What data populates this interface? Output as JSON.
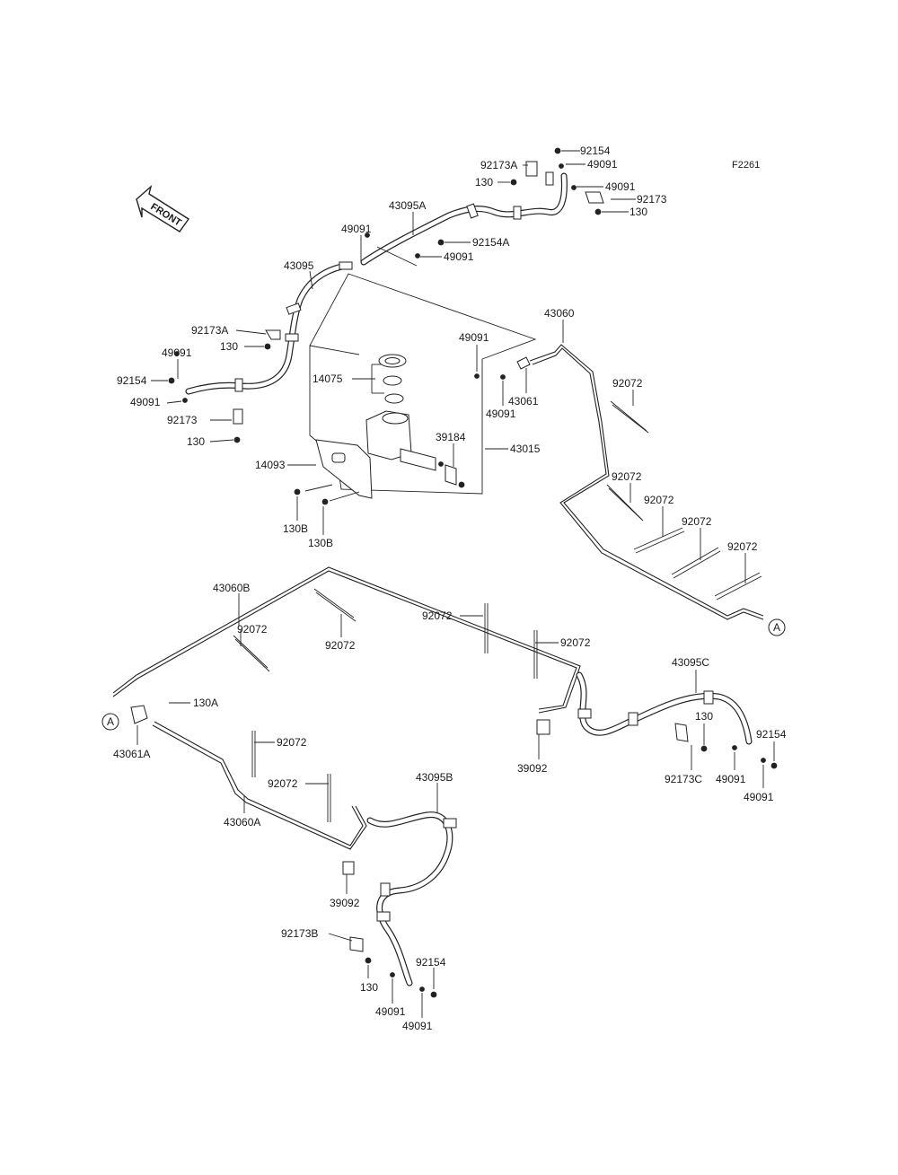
{
  "figure_code": "F2261",
  "front_arrow_label": "FRONT",
  "circle_ref": "A",
  "labels": {
    "p92154_top": "92154",
    "p92173A_top": "92173A",
    "p49091_top": "49091",
    "p130_top": "130",
    "p49091_top2": "49091",
    "p92173_top": "92173",
    "p130_top2": "130",
    "p43095A": "43095A",
    "p49091_a": "49091",
    "p92154A": "92154A",
    "p49091_b": "49091",
    "p43095": "43095",
    "p92173A_l": "92173A",
    "p130_l": "130",
    "p49091_l1": "49091",
    "p92154_l": "92154",
    "p49091_l2": "49091",
    "p92173_l": "92173",
    "p130_l2": "130",
    "p14075": "14075",
    "p49091_c": "49091",
    "p43061": "43061",
    "p49091_d": "49091",
    "p39184": "39184",
    "p43015": "43015",
    "p14093": "14093",
    "p130B_1": "130B",
    "p130B_2": "130B",
    "p43060": "43060",
    "p92072_1": "92072",
    "p92072_2": "92072",
    "p92072_3": "92072",
    "p92072_4": "92072",
    "p92072_5": "92072",
    "p43060B": "43060B",
    "p92072_6": "92072",
    "p92072_7": "92072",
    "p92072_8": "92072",
    "p92072_9": "92072",
    "p130A": "130A",
    "p43061A": "43061A",
    "p92072_10": "92072",
    "p92072_11": "92072",
    "p43060A": "43060A",
    "p39092_r": "39092",
    "p43095C": "43095C",
    "p130_r": "130",
    "p92154_r": "92154",
    "p92173C": "92173C",
    "p49091_r1": "49091",
    "p49091_r2": "49091",
    "p43095B": "43095B",
    "p39092_b": "39092",
    "p92173B": "92173B",
    "p130_b": "130",
    "p92154_b": "92154",
    "p49091_b1": "49091",
    "p49091_b2": "49091"
  }
}
